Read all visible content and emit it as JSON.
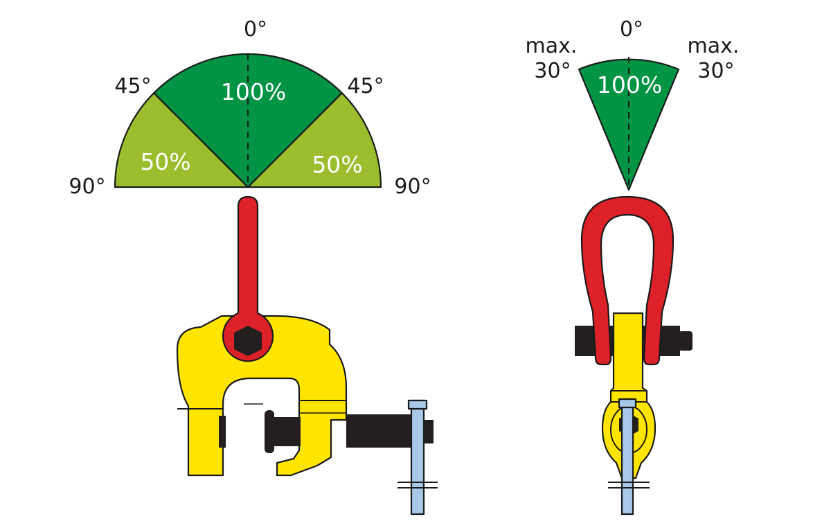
{
  "colors": {
    "dark_green": "#009444",
    "light_green": "#9BBE2E",
    "red": "#DD2128",
    "yellow": "#FFE500",
    "dark": "#231F20",
    "steel_blue": "#A7C8E8",
    "outline": "#1A1A1A"
  },
  "left": {
    "angle_top": "0°",
    "angle_left_45": "45°",
    "angle_right_45": "45°",
    "angle_left_90": "90°",
    "angle_right_90": "90°",
    "zone_center": "100%",
    "zone_left": "50%",
    "zone_right": "50%"
  },
  "right": {
    "angle_top": "0°",
    "max_left_line1": "max.",
    "max_left_line2": "30°",
    "max_right_line1": "max.",
    "max_right_line2": "30°",
    "zone_center": "100%"
  }
}
